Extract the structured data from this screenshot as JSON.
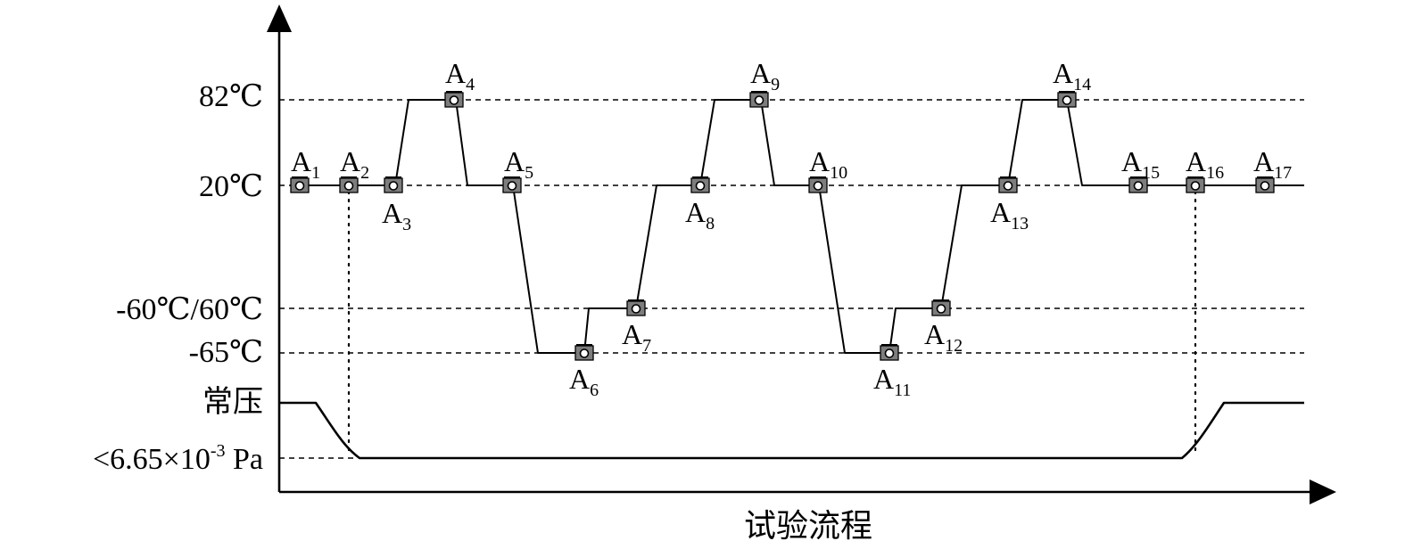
{
  "diagram": {
    "x_axis_title": "试验流程",
    "y_labels": [
      {
        "id": "t82",
        "text": "82℃"
      },
      {
        "id": "t20",
        "text": "20℃"
      },
      {
        "id": "t60",
        "text": "-60℃/60℃"
      },
      {
        "id": "t65",
        "text": "-65℃"
      },
      {
        "id": "patm",
        "text": "常压"
      },
      {
        "id": "pvac",
        "text": "<6.65×10",
        "sup": "-3",
        "unit": " Pa"
      }
    ],
    "capture_points": [
      {
        "letter": "A",
        "sub": "1"
      },
      {
        "letter": "A",
        "sub": "2"
      },
      {
        "letter": "A",
        "sub": "3"
      },
      {
        "letter": "A",
        "sub": "4"
      },
      {
        "letter": "A",
        "sub": "5"
      },
      {
        "letter": "A",
        "sub": "6"
      },
      {
        "letter": "A",
        "sub": "7"
      },
      {
        "letter": "A",
        "sub": "8"
      },
      {
        "letter": "A",
        "sub": "9"
      },
      {
        "letter": "A",
        "sub": "10"
      },
      {
        "letter": "A",
        "sub": "11"
      },
      {
        "letter": "A",
        "sub": "12"
      },
      {
        "letter": "A",
        "sub": "13"
      },
      {
        "letter": "A",
        "sub": "14"
      },
      {
        "letter": "A",
        "sub": "15"
      },
      {
        "letter": "A",
        "sub": "16"
      },
      {
        "letter": "A",
        "sub": "17"
      }
    ],
    "marker_icon": "camera-icon"
  }
}
